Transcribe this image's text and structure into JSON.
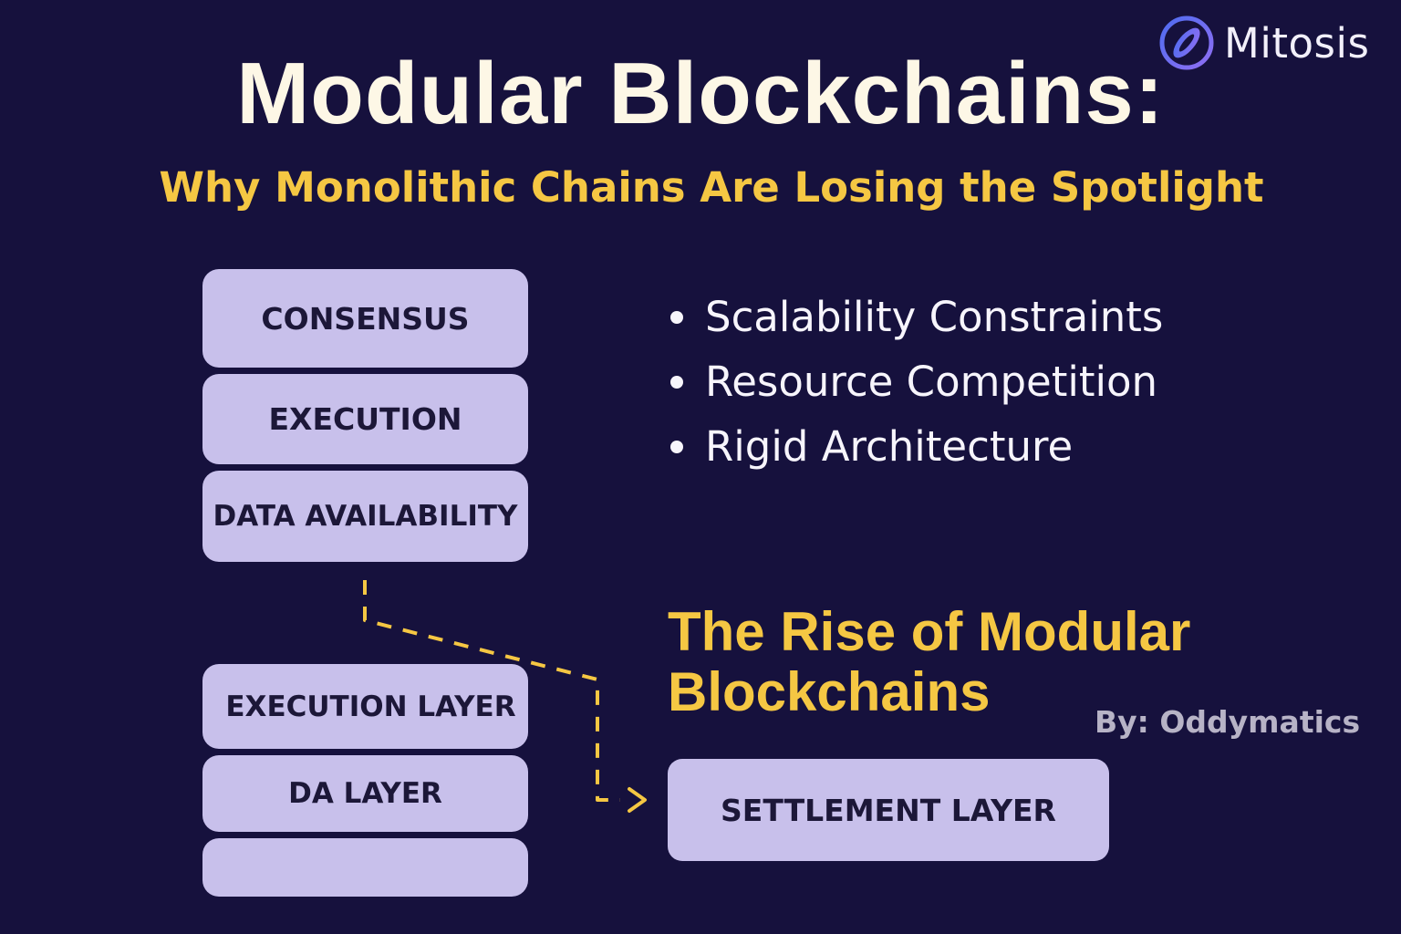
{
  "brand": {
    "name": "Mitosis",
    "logo_icon": "mitosis-logo-icon",
    "logo_colors": [
      "#4f6cf0",
      "#8f6ff2"
    ]
  },
  "header": {
    "title": "Modular Blockchains:",
    "subtitle": "Why Monolithic Chains Are Losing the Spotlight"
  },
  "monolithic_stack": {
    "blocks": [
      "CONSENSUS",
      "EXECUTION",
      "DATA AVAILABILITY"
    ]
  },
  "bullets": [
    "Scalability Constraints",
    "Resource Competition",
    "Rigid Architecture"
  ],
  "modular_section": {
    "heading_line1": "The Rise of Modular",
    "heading_line2": "Blockchains",
    "byline": "By: Oddymatics"
  },
  "modular_stack": {
    "blocks": [
      "EXECUTION LAYER",
      "DA LAYER",
      ""
    ]
  },
  "settlement": {
    "label": "SETTLEMENT LAYER"
  },
  "colors": {
    "background": "#16113d",
    "title": "#fdf7e6",
    "accent_yellow": "#f5c743",
    "block_fill": "#c8c0eb",
    "block_text": "#1c1738",
    "bullet_text": "#f7f5fc",
    "byline": "#b7b3c6"
  }
}
